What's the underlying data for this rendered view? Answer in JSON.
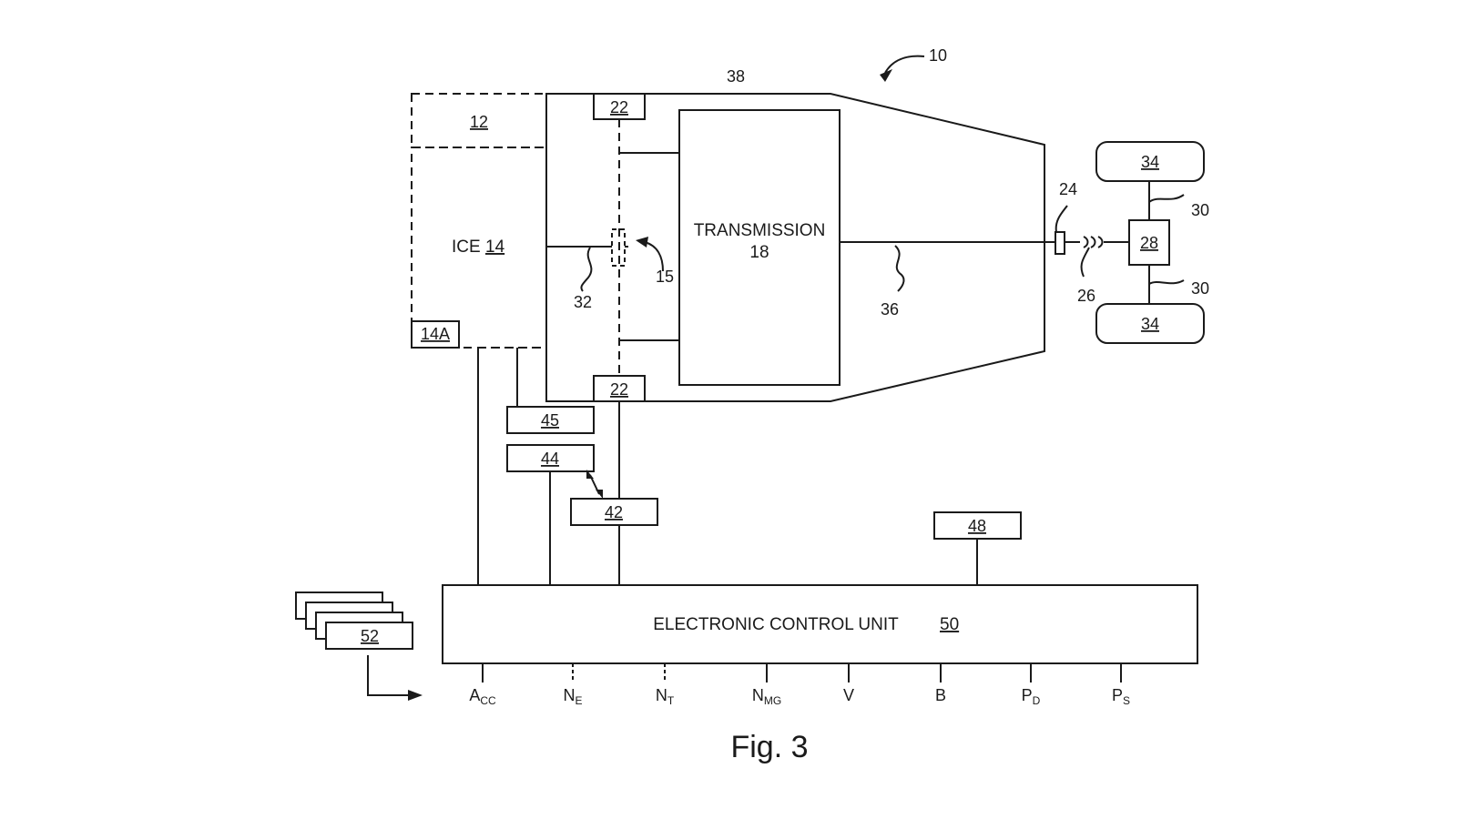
{
  "figure": {
    "caption": "Fig. 3",
    "overall_ref": "10"
  },
  "labels": {
    "housing": "38",
    "box_12": "12",
    "ice_text": "ICE",
    "ice_num": "14",
    "box_14a": "14A",
    "clutch_top": "22",
    "clutch_bottom": "22",
    "transmission_text": "TRANSMISSION",
    "transmission_num": "18",
    "shaft_32": "32",
    "clutch_15": "15",
    "shaft_36": "36",
    "coupling_24": "24",
    "driveshaft_26": "26",
    "differential_28": "28",
    "axle_30_top": "30",
    "axle_30_bottom": "30",
    "wheel_top": "34",
    "wheel_bottom": "34",
    "box_45": "45",
    "box_44": "44",
    "box_42": "42",
    "box_48": "48",
    "box_52": "52",
    "ecu_text": "ELECTRONIC CONTROL UNIT",
    "ecu_num": "50"
  },
  "signals": [
    {
      "main": "A",
      "sub": "CC"
    },
    {
      "main": "N",
      "sub": "E"
    },
    {
      "main": "N",
      "sub": "T"
    },
    {
      "main": "N",
      "sub": "MG"
    },
    {
      "main": "V",
      "sub": ""
    },
    {
      "main": "B",
      "sub": ""
    },
    {
      "main": "P",
      "sub": "D"
    },
    {
      "main": "P",
      "sub": "S"
    }
  ]
}
